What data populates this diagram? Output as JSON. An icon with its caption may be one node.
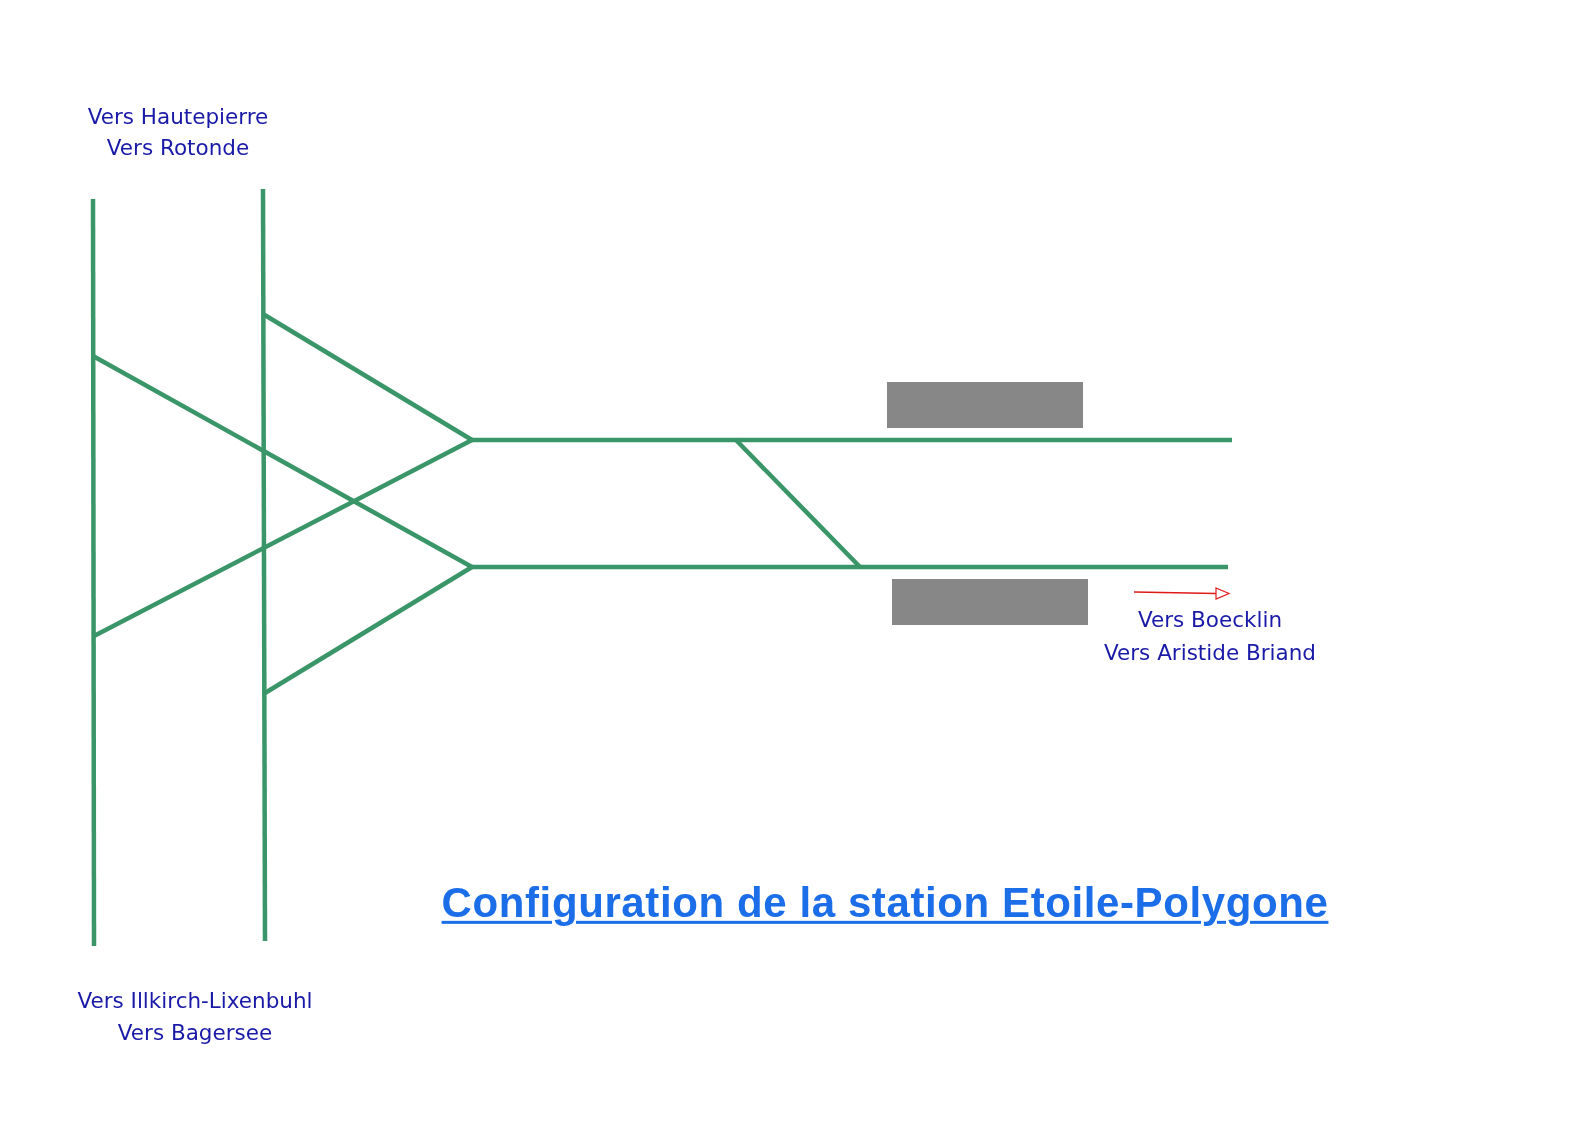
{
  "diagram": {
    "title": "Configuration de la station Etoile-Polygone",
    "labels": [
      "Vers Hautepierre",
      "Vers Rotonde",
      "Vers Boecklin",
      "Vers Aristide Briand",
      "Vers Illkirch-Lixenbuhl",
      "Vers Bagersee"
    ]
  }
}
